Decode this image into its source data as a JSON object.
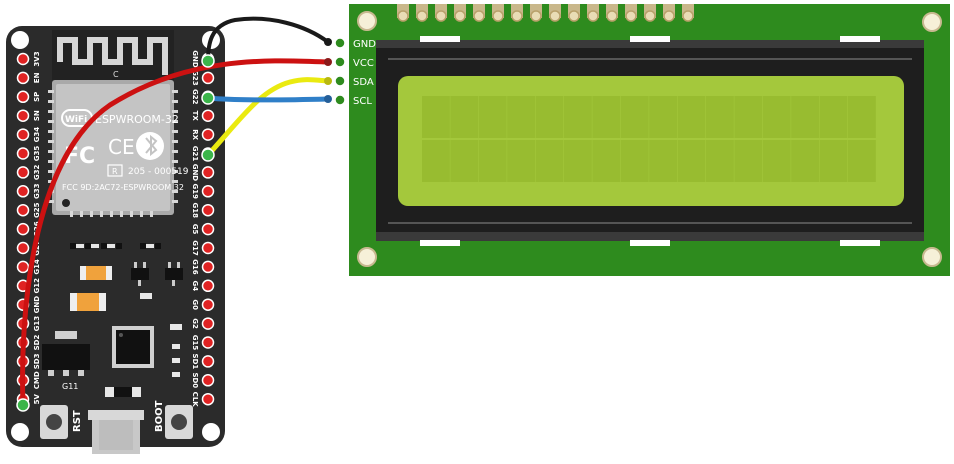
{
  "esp32": {
    "module_name": "ESPWROOM-32",
    "wifi_logo": "WiFi",
    "ce_mark": "CE",
    "fcc_id": "FCC 9D:2AC72-ESPWROOM 32",
    "r_mark": "R",
    "cert_number": "205 - 000519",
    "chip_marking": "C",
    "left_pins": [
      "3V3",
      "EN",
      "SP",
      "SN",
      "G34",
      "G35",
      "G32",
      "G33",
      "G25",
      "G26",
      "G27",
      "G14",
      "G12",
      "GND",
      "G13",
      "SD2",
      "SD3",
      "CMD",
      "5V"
    ],
    "right_pins": [
      "GND",
      "G23",
      "G22",
      "TX",
      "RX",
      "G21",
      "GND",
      "G19",
      "G18",
      "G5",
      "G17",
      "G16",
      "G4",
      "G0",
      "G2",
      "G15",
      "SD1",
      "SD0",
      "CLK"
    ],
    "rst_label": "RST",
    "boot_label": "BOOT",
    "g11_label": "G11"
  },
  "lcd": {
    "pins": [
      "GND",
      "VCC",
      "SDA",
      "SCL"
    ],
    "columns": 16,
    "rows": 2,
    "header_pins": 16
  },
  "wires": [
    {
      "from": "GND",
      "to": "GND",
      "color": "#1a1a1a"
    },
    {
      "from": "5V",
      "to": "VCC",
      "color": "#cc1111"
    },
    {
      "from": "G21",
      "to": "SDA",
      "color": "#eaea10"
    },
    {
      "from": "G22",
      "to": "SCL",
      "color": "#2f7fc8"
    }
  ],
  "colors": {
    "board": "#2b2b2b",
    "pcb_green": "#2e8b1e",
    "lcd_screen": "#a4c83c",
    "pin_red": "#e02323"
  }
}
